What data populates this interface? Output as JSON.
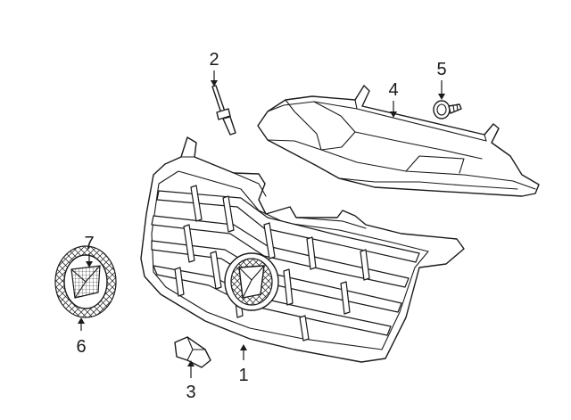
{
  "diagram": {
    "line_color": "#1a1a1a",
    "background": "#ffffff",
    "callouts": [
      {
        "id": "1",
        "label": "1",
        "part": "grille"
      },
      {
        "id": "2",
        "label": "2",
        "part": "push-pin-retainer"
      },
      {
        "id": "3",
        "label": "3",
        "part": "molding-clip"
      },
      {
        "id": "4",
        "label": "4",
        "part": "upper-cover-panel"
      },
      {
        "id": "5",
        "label": "5",
        "part": "bolt-fastener"
      },
      {
        "id": "6",
        "label": "6",
        "part": "emblem"
      },
      {
        "id": "7",
        "label": "7",
        "part": "emblem-insert"
      }
    ]
  }
}
